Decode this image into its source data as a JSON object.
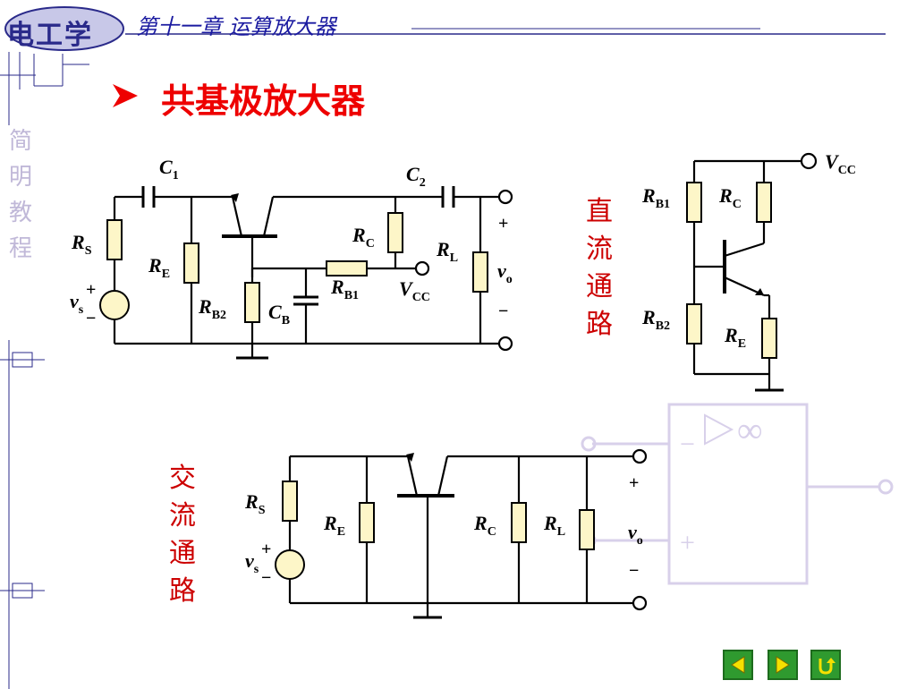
{
  "header": {
    "logo_text": "电工学",
    "chapter_title": "第十一章  运算放大器"
  },
  "slide": {
    "title": "共基极放大器",
    "side_label": [
      "简",
      "明",
      "教",
      "程"
    ],
    "dc_label": [
      "直",
      "流",
      "通",
      "路"
    ],
    "ac_label": [
      "交",
      "流",
      "通",
      "路"
    ]
  },
  "circuit_main": {
    "C1": "C",
    "C1_sub": "1",
    "C2": "C",
    "C2_sub": "2",
    "RS": "R",
    "RS_sub": "S",
    "RE": "R",
    "RE_sub": "E",
    "RB2": "R",
    "RB2_sub": "B2",
    "CB": "C",
    "CB_sub": "B",
    "RC": "R",
    "RC_sub": "C",
    "RB1": "R",
    "RB1_sub": "B1",
    "VCC": "V",
    "VCC_sub": "CC",
    "RL": "R",
    "RL_sub": "L",
    "vs": "v",
    "vs_sub": "s",
    "vo": "v",
    "vo_sub": "o",
    "plus": "+",
    "minus": "−"
  },
  "circuit_dc": {
    "VCC": "V",
    "VCC_sub": "CC",
    "RB1": "R",
    "RB1_sub": "B1",
    "RC": "R",
    "RC_sub": "C",
    "RB2": "R",
    "RB2_sub": "B2",
    "RE": "R",
    "RE_sub": "E"
  },
  "circuit_ac": {
    "RS": "R",
    "RS_sub": "S",
    "RE": "R",
    "RE_sub": "E",
    "RC": "R",
    "RC_sub": "C",
    "RL": "R",
    "RL_sub": "L",
    "vs": "v",
    "vs_sub": "s",
    "vo": "v",
    "vo_sub": "o",
    "plus": "+",
    "minus": "−"
  },
  "watermark": {
    "infinity": "∞",
    "minus": "−",
    "plus": "+"
  },
  "colors": {
    "title": "#ee0000",
    "chapter": "#1a1aa0",
    "side": "#c0b8d8",
    "resistor_fill": "#fdf6c8",
    "nav": "#2f9a2f"
  }
}
